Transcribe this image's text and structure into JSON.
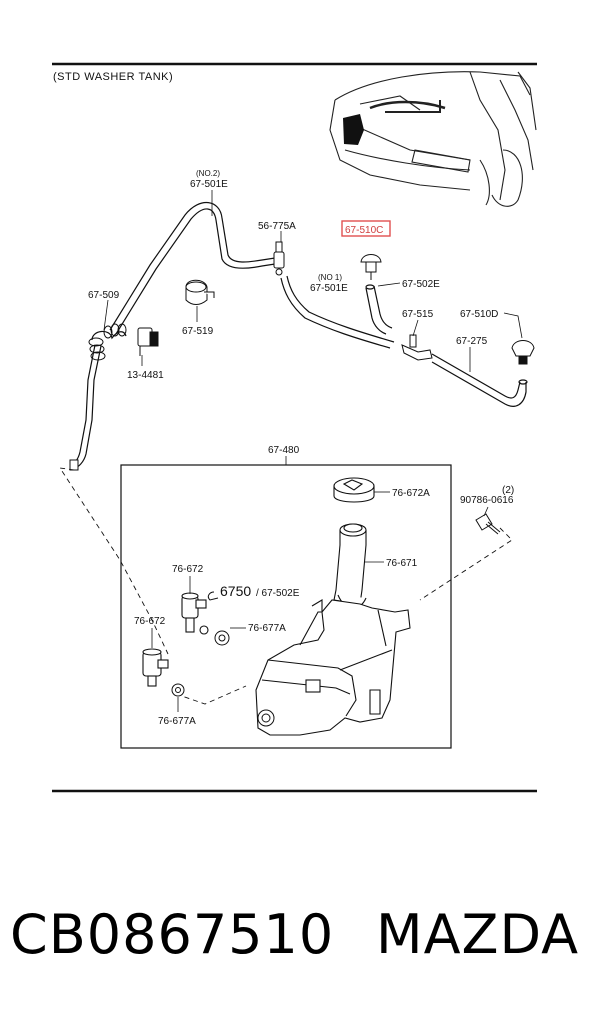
{
  "diagram": {
    "header": "(STD WASHER TANK)",
    "labels": {
      "hose_no2_qty": "(NO.2)",
      "hose_no2": "67-501E",
      "joint": "56-775A",
      "nozzle_highlighted": "67-510C",
      "hose_no1_qty": "(NO 1)",
      "hose_no1": "67-501E",
      "hose_short": "67-502E",
      "hose_main": "67-509",
      "clip": "67-519",
      "grommet": "13-4481",
      "tee": "67-515",
      "nozzle_d": "67-510D",
      "hose_rear": "67-275",
      "tank": "67-480",
      "cap": "76-672A",
      "bolt_qty": "(2)",
      "bolt": "90786-0616",
      "filler": "76-671",
      "pump_upper": "76-672",
      "ref_big": "6750",
      "ref_slash": "/ 67-502E",
      "pump_lower": "76-672",
      "seal_upper": "76-677A",
      "seal_lower": "76-677A"
    }
  },
  "footer": {
    "part_number": "CB0867510",
    "brand": "MAZDA"
  },
  "colors": {
    "highlight_box": "#e05050",
    "lines": "#111111"
  }
}
